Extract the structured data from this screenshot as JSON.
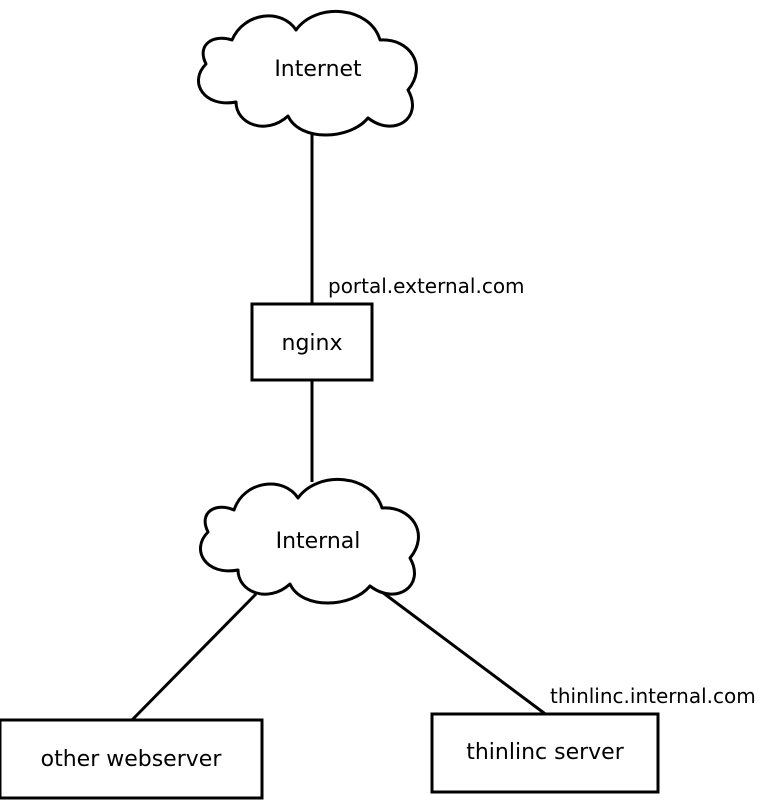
{
  "nodes": {
    "internet": {
      "label": "Internet"
    },
    "nginx": {
      "label": "nginx"
    },
    "internal": {
      "label": "Internal"
    },
    "other_webserver": {
      "label": "other webserver"
    },
    "thinlinc_server": {
      "label": "thinlinc server"
    }
  },
  "hostnames": {
    "portal": "portal.external.com",
    "thinlinc": "thinlinc.internal.com"
  },
  "colors": {
    "stroke": "#000000",
    "background": "#ffffff"
  }
}
